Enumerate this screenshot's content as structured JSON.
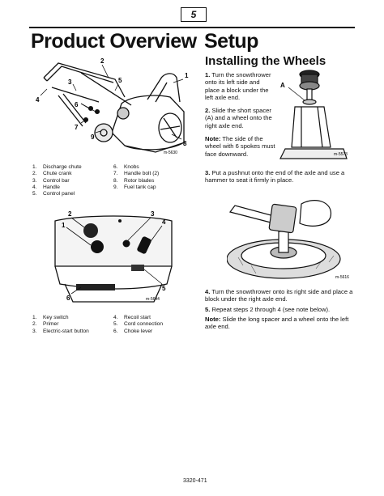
{
  "page_number": "5",
  "left": {
    "title": "Product Overview",
    "figure1": {
      "tag": "m-5630",
      "callouts": [
        "1",
        "2",
        "3",
        "4",
        "5",
        "6",
        "7",
        "8",
        "9"
      ]
    },
    "legend1": {
      "col1": [
        {
          "n": "1.",
          "t": "Discharge chute"
        },
        {
          "n": "2.",
          "t": "Chute crank"
        },
        {
          "n": "3.",
          "t": "Control bar"
        },
        {
          "n": "4.",
          "t": "Handle"
        },
        {
          "n": "5.",
          "t": "Control panel"
        }
      ],
      "col2": [
        {
          "n": "6.",
          "t": "Knobs"
        },
        {
          "n": "7.",
          "t": "Handle bolt (2)"
        },
        {
          "n": "8.",
          "t": "Rotor blades"
        },
        {
          "n": "9.",
          "t": "Fuel tank cap"
        }
      ]
    },
    "figure2": {
      "tag": "m-5644",
      "callouts": [
        "1",
        "2",
        "3",
        "4",
        "5",
        "6"
      ]
    },
    "legend2": {
      "col1": [
        {
          "n": "1.",
          "t": "Key switch"
        },
        {
          "n": "2.",
          "t": "Primer"
        },
        {
          "n": "3.",
          "t": "Electric-start button"
        }
      ],
      "col2": [
        {
          "n": "4.",
          "t": "Recoil start"
        },
        {
          "n": "5.",
          "t": "Cord connection"
        },
        {
          "n": "6.",
          "t": "Choke lever"
        }
      ]
    }
  },
  "right": {
    "title": "Setup",
    "subtitle": "Installing the Wheels",
    "step1_num": "1.",
    "step1_text": "Turn the snowthrower onto its left side and place a block under the left axle end.",
    "step2_num": "2.",
    "step2_text": "Slide the short spacer (A) and a wheel onto the right axle end.",
    "note1_label": "Note:",
    "note1_text": "The side of the wheel with 6 spokes must face downward.",
    "figure3": {
      "tag": "m-5573",
      "callout": "A"
    },
    "step3_num": "3.",
    "step3_text": "Put a pushnut onto the end of the axle and use a hammer to seat it firmly in place.",
    "figure4": {
      "tag": "m-5616"
    },
    "step4_num": "4.",
    "step4_text": "Turn the snowthrower onto its right side and place a block under the right axle end.",
    "step5_num": "5.",
    "step5_text": "Repeat steps 2 through 4 (see note below).",
    "note2_label": "Note:",
    "note2_text": "Slide the long spacer and a wheel onto the left axle end."
  },
  "footer_code": "3320-471"
}
